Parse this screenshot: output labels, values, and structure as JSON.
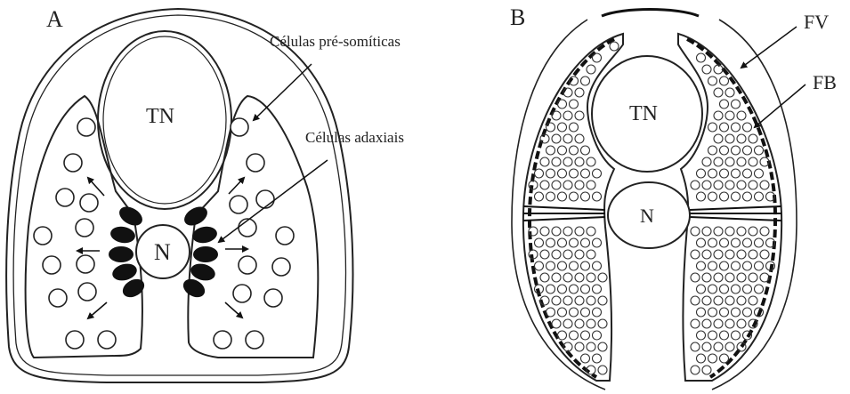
{
  "panel_a": {
    "letter": "A",
    "tube_label": "TN",
    "notochord_label": "N",
    "presomitic_label": "Células pré-somíticas",
    "adaxial_label": "Células adaxiais"
  },
  "panel_b": {
    "letter": "B",
    "tube_label": "TN",
    "notochord_label": "N",
    "fv_label": "FV",
    "fb_label": "FB"
  }
}
